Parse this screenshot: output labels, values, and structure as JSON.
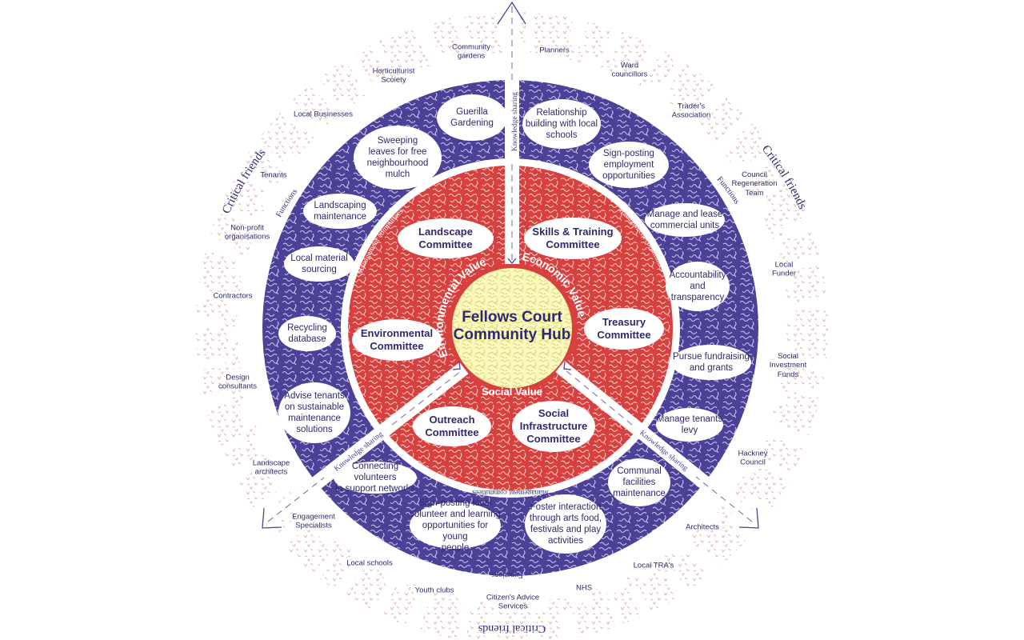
{
  "hub": {
    "title_line1": "Fellows Court",
    "title_line2": "Community Hub"
  },
  "values": {
    "environmental": "Environmental Value",
    "economic": "Economic Value",
    "social": "Social Value"
  },
  "committees": [
    {
      "label_lines": [
        "Landscape",
        "Committee"
      ]
    },
    {
      "label_lines": [
        "Environmental",
        "Committee"
      ]
    },
    {
      "label_lines": [
        "Skills & Training",
        "Committee"
      ]
    },
    {
      "label_lines": [
        "Treasury",
        "Committee"
      ]
    },
    {
      "label_lines": [
        "Outreach",
        "Committee"
      ]
    },
    {
      "label_lines": [
        "Social",
        "Infrastructure",
        "Committee"
      ]
    }
  ],
  "functions": [
    {
      "label_lines": [
        "Guerilla",
        "Gardening"
      ]
    },
    {
      "label_lines": [
        "Sweeping",
        "leaves for free",
        "neighbourhood",
        "mulch"
      ]
    },
    {
      "label_lines": [
        "Landscaping",
        "maintenance"
      ]
    },
    {
      "label_lines": [
        "Local material",
        "sourcing"
      ]
    },
    {
      "label_lines": [
        "Recycling",
        "database"
      ]
    },
    {
      "label_lines": [
        "Advise tenants",
        "on sustainable",
        "maintenance",
        "solutions"
      ]
    },
    {
      "label_lines": [
        "Relationship",
        "building with local",
        "schools"
      ]
    },
    {
      "label_lines": [
        "Sign-posting",
        "employment",
        "opportunities"
      ]
    },
    {
      "label_lines": [
        "Manage and lease",
        "commercial units"
      ]
    },
    {
      "label_lines": [
        "Accountability",
        "and",
        "transparency"
      ]
    },
    {
      "label_lines": [
        "Pursue fundraising",
        "and grants"
      ]
    },
    {
      "label_lines": [
        "Manage tenants",
        "levy"
      ]
    },
    {
      "label_lines": [
        "Communal",
        "facilities",
        "maintenance"
      ]
    },
    {
      "label_lines": [
        "Foster interaction",
        "through arts food,",
        "festivals and play",
        "activities"
      ]
    },
    {
      "label_lines": [
        "Sign-posting local",
        "volunteer and learning",
        "opportunities for young",
        "people"
      ]
    },
    {
      "label_lines": [
        "Connecting volunteers",
        "to support networks"
      ]
    }
  ],
  "critical_friends": [
    {
      "label_lines": [
        "Community",
        "gardens"
      ]
    },
    {
      "label_lines": [
        "Horticulturist",
        "Scoiety"
      ]
    },
    {
      "label_lines": [
        "Local Businesses"
      ]
    },
    {
      "label_lines": [
        "Tenants"
      ]
    },
    {
      "label_lines": [
        "Non-profit",
        "organisations"
      ]
    },
    {
      "label_lines": [
        "Contractors"
      ]
    },
    {
      "label_lines": [
        "Design",
        "consultants"
      ]
    },
    {
      "label_lines": [
        "Landscape",
        "architects"
      ]
    },
    {
      "label_lines": [
        "Engagement",
        "Specialists"
      ]
    },
    {
      "label_lines": [
        "Local schools"
      ]
    },
    {
      "label_lines": [
        "Youth clubs"
      ]
    },
    {
      "label_lines": [
        "Citizen's Advice",
        "Services"
      ]
    },
    {
      "label_lines": [
        "NHS"
      ]
    },
    {
      "label_lines": [
        "Local TRA's"
      ]
    },
    {
      "label_lines": [
        "Architects"
      ]
    },
    {
      "label_lines": [
        "Hackney",
        "Council"
      ]
    },
    {
      "label_lines": [
        "Social",
        "Investment",
        "Funds"
      ]
    },
    {
      "label_lines": [
        "Local",
        "Funder"
      ]
    },
    {
      "label_lines": [
        "Council",
        "Regeneration",
        "Team"
      ]
    },
    {
      "label_lines": [
        "Trader's",
        "Association"
      ]
    },
    {
      "label_lines": [
        "Ward",
        "councillors"
      ]
    },
    {
      "label_lines": [
        "Planners"
      ]
    }
  ],
  "ring_labels": {
    "critical_friends": "Critical friends",
    "functions": "Functions",
    "management_committees": "Management committees",
    "knowledge_sharing": "Knowledge sharing"
  },
  "colors": {
    "purple": "#4b4196",
    "red": "#d8403f",
    "yellow": "#f6f29a",
    "ink": "#2f2a6e",
    "pink_texture": "#e6a4a4"
  }
}
